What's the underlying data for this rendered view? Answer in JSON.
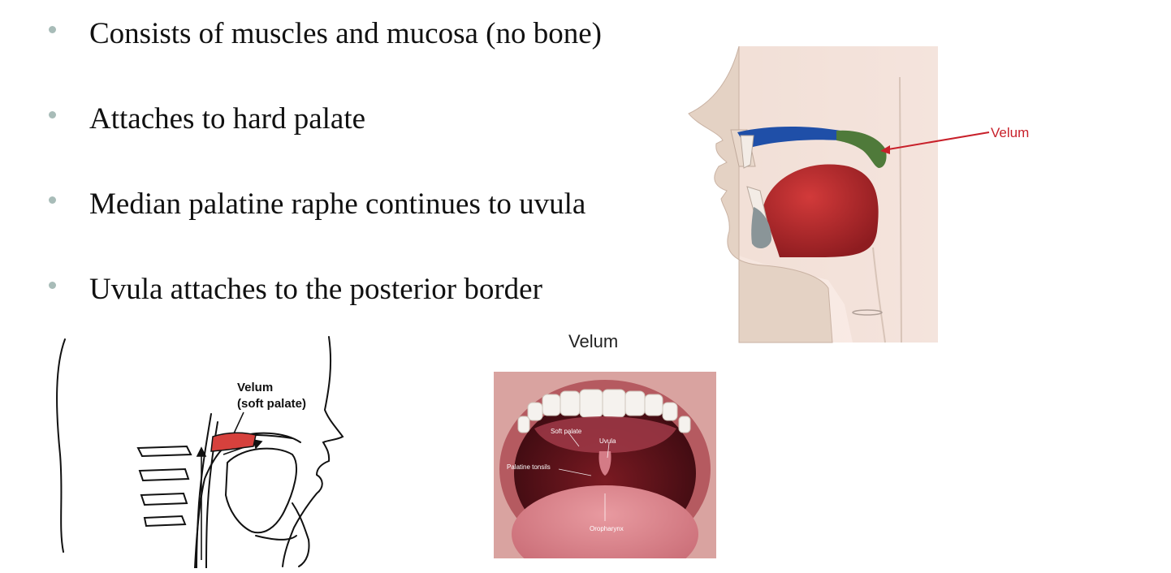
{
  "bullets": [
    "Consists of muscles and mucosa (no bone)",
    "Attaches to hard palate",
    "Median palatine raphe continues to uvula",
    "Uvula attaches to the posterior border"
  ],
  "top_diagram": {
    "label": "Velum",
    "label_color": "#c8202a"
  },
  "lineart_diagram": {
    "label_line1": "Velum",
    "label_line2": "(soft palate)",
    "highlight_color": "#d6413d"
  },
  "photo": {
    "caption": "Velum",
    "labels": {
      "soft_palate": "Soft palate",
      "uvula": "Uvula",
      "palatine_tonsils": "Palatine tonsils",
      "oropharynx": "Oropharynx"
    }
  },
  "colors": {
    "hard_palate": "#1f4fa8",
    "soft_palate": "#4f7a3a",
    "tongue": "#b3242a",
    "skin": "#e8d6c8"
  }
}
